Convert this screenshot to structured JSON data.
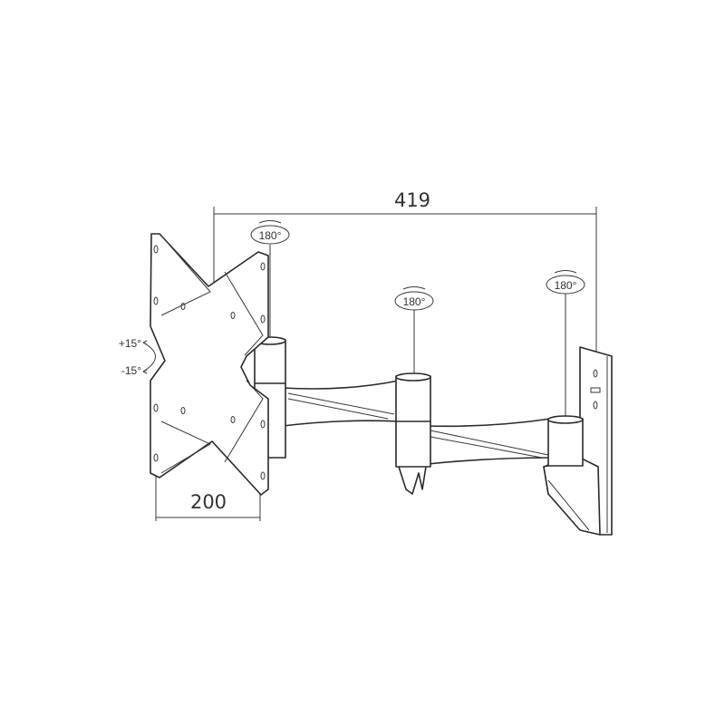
{
  "title": "Wall mount bracket dimension drawing",
  "dimensions": {
    "overall_extension": "419",
    "vesa_spacing": "200"
  },
  "rotations": {
    "plate_swivel": "180°",
    "middle_joint_swivel": "180°",
    "wall_joint_swivel": "180°"
  },
  "tilt": {
    "up": "+15°",
    "down": "-15°"
  },
  "colors": {
    "line": "#2a2a2a",
    "background": "#ffffff"
  }
}
